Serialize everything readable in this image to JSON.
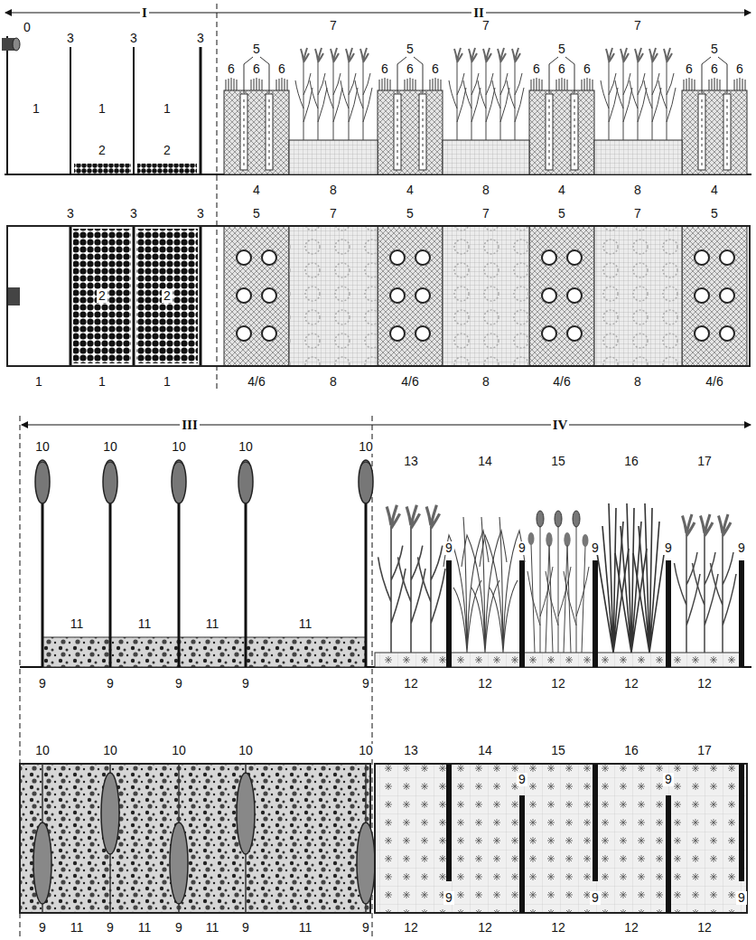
{
  "diagram": {
    "labels": [
      "I",
      "II",
      "0",
      "3",
      "3",
      "3",
      "1",
      "1",
      "1",
      "2",
      "2",
      "5",
      "6",
      "6",
      "6",
      "7",
      "5",
      "6",
      "6",
      "6",
      "7",
      "5",
      "6",
      "6",
      "6",
      "7",
      "5",
      "6",
      "6",
      "6",
      "4",
      "8",
      "4",
      "8",
      "4",
      "8",
      "4",
      "3",
      "3",
      "3",
      "5",
      "7",
      "5",
      "7",
      "5",
      "7",
      "5",
      "2",
      "2",
      "1",
      "1",
      "1",
      "4/6",
      "8",
      "4/6",
      "8",
      "4/6",
      "8",
      "4/6",
      "III",
      "IV",
      "10",
      "10",
      "10",
      "10",
      "10",
      "13",
      "14",
      "15",
      "16",
      "17",
      "9",
      "9",
      "9",
      "9",
      "9",
      "11",
      "11",
      "11",
      "11",
      "9",
      "9",
      "9",
      "9",
      "9",
      "12",
      "12",
      "12",
      "12",
      "12",
      "10",
      "10",
      "10",
      "10",
      "10",
      "13",
      "14",
      "15",
      "16",
      "17",
      "9",
      "9",
      "9",
      "9",
      "9",
      "9",
      "11",
      "9",
      "11",
      "9",
      "11",
      "9",
      "11",
      "9",
      "12",
      "12",
      "12",
      "12",
      "12"
    ]
  }
}
